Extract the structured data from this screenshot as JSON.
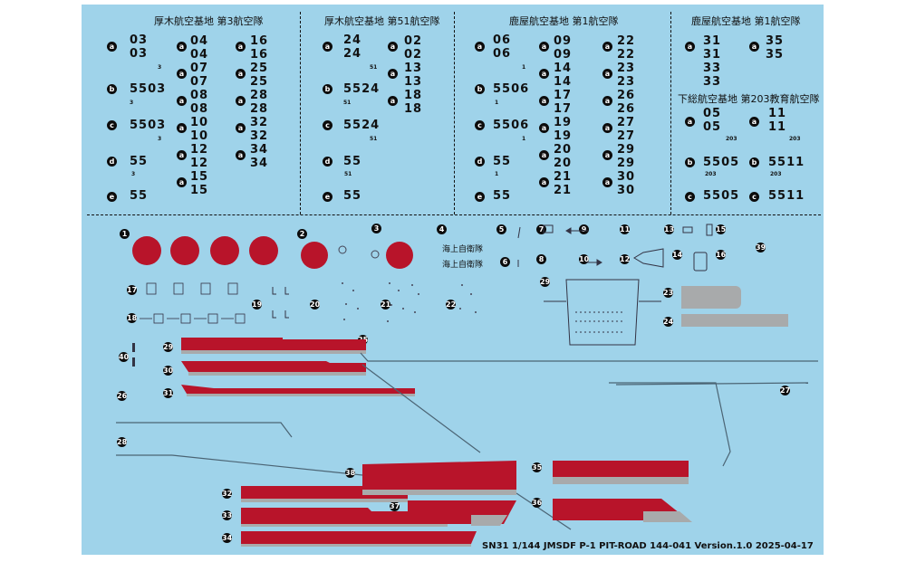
{
  "colors": {
    "sheet": "#9fd3ea",
    "hinomaru": "#b8142a",
    "grey": "#a8aaab"
  },
  "sections": {
    "s1": "厚木航空基地 第3航空隊",
    "s2": "厚木航空基地 第51航空隊",
    "s3": "鹿屋航空基地 第1航空隊",
    "s4": "鹿屋航空基地 第1航空隊",
    "s5": "下総航空基地 第203教育航空隊"
  },
  "letters": {
    "a": "a",
    "b": "b",
    "c": "c",
    "d": "d",
    "e": "e"
  },
  "codes": {
    "s1a": "03",
    "s1b": "5503",
    "s1c": "5503",
    "s1d": "55",
    "s1e": "55",
    "s1sub": "3",
    "s1m": [
      "04",
      "07",
      "08",
      "10",
      "12",
      "15"
    ],
    "s1r": [
      "16",
      "25",
      "28",
      "32",
      "34"
    ],
    "s2a": "24",
    "s2b": "5524",
    "s2c": "5524",
    "s2d": "55",
    "s2e": "55",
    "s2sub": "51",
    "s2r": [
      "02",
      "13",
      "18"
    ],
    "s3a": "06",
    "s3b": "5506",
    "s3c": "5506",
    "s3d": "55",
    "s3e": "55",
    "s3sub": "1",
    "s3m": [
      "09",
      "14",
      "17",
      "19",
      "20",
      "21"
    ],
    "s3r": [
      "22",
      "23",
      "26",
      "27",
      "29",
      "30"
    ],
    "s4a": "31",
    "s4b": "33",
    "s4r": "35",
    "s5a": "05",
    "s5b": "5505",
    "s5c": "5505",
    "s5r1": "11",
    "s5r2": "5511",
    "s5r3": "5511",
    "s5sub": "203"
  },
  "texts": {
    "jmsdf": "海上自衛隊"
  },
  "parts": [
    "1",
    "2",
    "3",
    "4",
    "5",
    "6",
    "7",
    "8",
    "9",
    "10",
    "11",
    "12",
    "13",
    "14",
    "15",
    "16",
    "17",
    "18",
    "19",
    "20",
    "21",
    "22",
    "23",
    "24",
    "25",
    "26",
    "27",
    "28",
    "29",
    "30",
    "31",
    "32",
    "33",
    "34",
    "35",
    "36",
    "37",
    "38",
    "39",
    "40"
  ],
  "footer": "SN31 1/144 JMSDF P-1   PIT-ROAD 144-041  Version.1.0 2025-04-17"
}
